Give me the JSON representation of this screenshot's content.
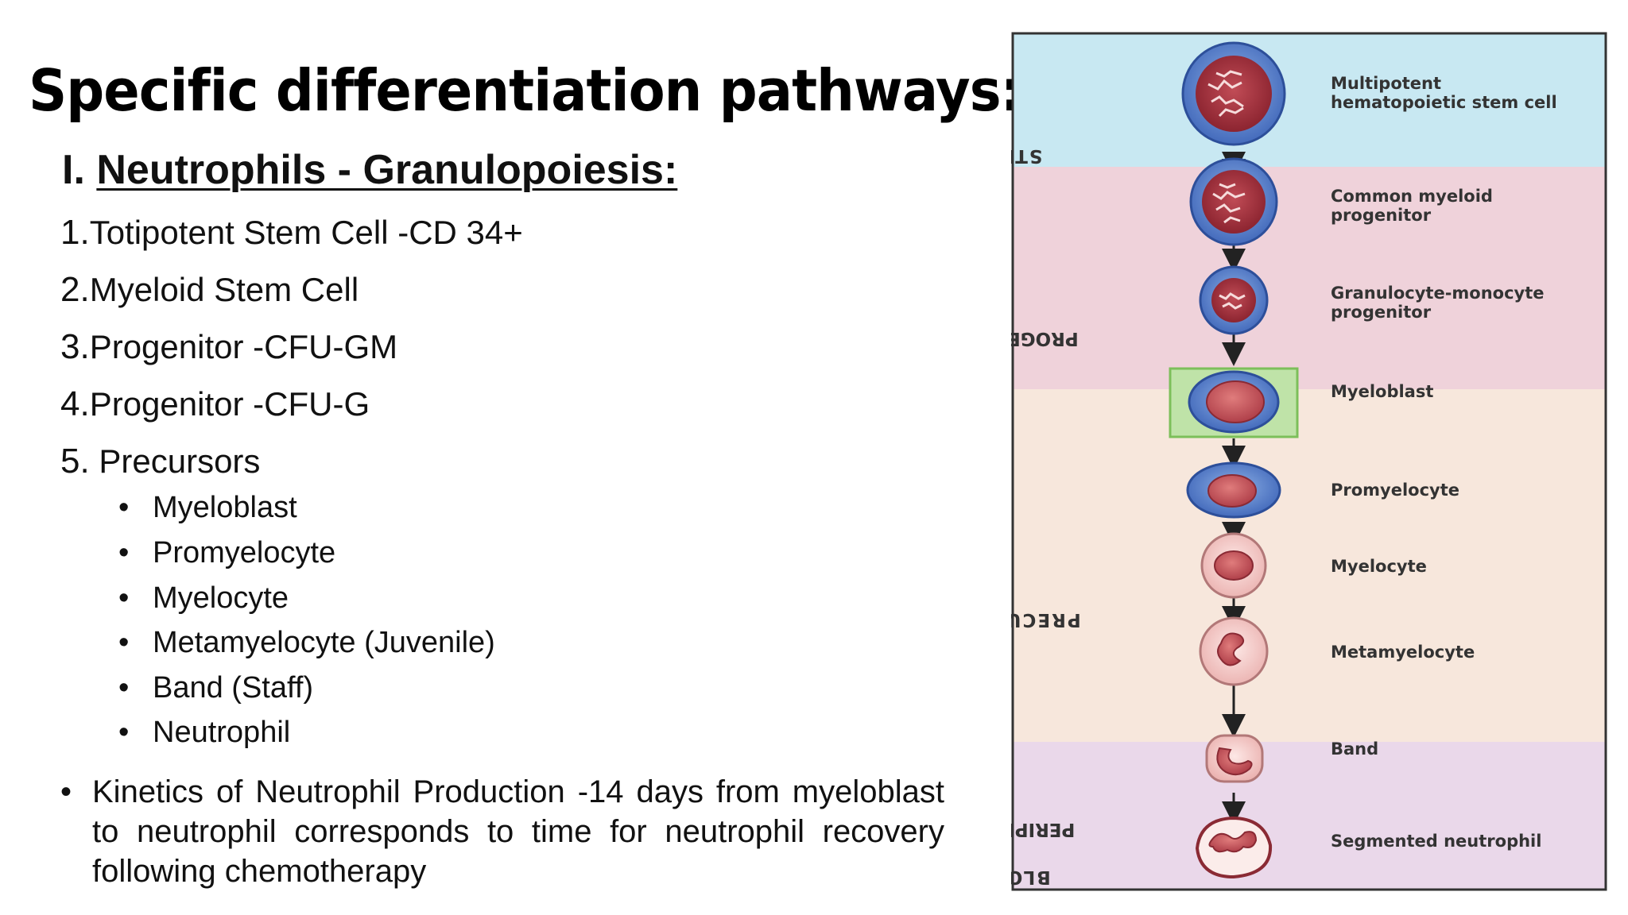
{
  "slide": {
    "title": "Specific differentiation pathways:",
    "subtitle_prefix": "I. ",
    "subtitle": "Neutrophils - Granulopoiesis:",
    "steps": [
      {
        "num": "1.",
        "text": "Totipotent Stem Cell -CD 34+"
      },
      {
        "num": "2.",
        "text": "Myeloid Stem Cell"
      },
      {
        "num": "3.",
        "text": "Progenitor -CFU-GM"
      },
      {
        "num": "4.",
        "text": "Progenitor -CFU-G"
      },
      {
        "num": "5.",
        "text": " Precursors"
      }
    ],
    "precursors": [
      "Myeloblast",
      "Promyelocyte",
      "Myelocyte",
      "Metamyelocyte (Juvenile)",
      "Band (Staff)",
      "Neutrophil"
    ],
    "bullet": "•",
    "kinetics": "Kinetics of Neutrophil Production -14 days from myeloblast to neutrophil corresponds to time for neutrophil recovery following chemotherapy"
  },
  "diagram": {
    "sections": [
      {
        "label": "STEM",
        "color": "#c8e8f2"
      },
      {
        "label": "PROGENITOR",
        "color": "#efd2da"
      },
      {
        "label": "PRECURSOR",
        "color": "#f7e7dc"
      },
      {
        "label": "PERIPHERAL",
        "label2": "BLOOD",
        "color": "#ead8ea"
      }
    ],
    "cells": [
      {
        "label": "Multipotent",
        "label2": "hematopoietic stem cell"
      },
      {
        "label": "Common myeloid",
        "label2": "progenitor"
      },
      {
        "label": "Granulocyte-monocyte",
        "label2": "progenitor"
      },
      {
        "label": "Myeloblast"
      },
      {
        "label": "Promyelocyte"
      },
      {
        "label": "Myelocyte"
      },
      {
        "label": "Metamyelocyte"
      },
      {
        "label": "Band"
      },
      {
        "label": "Segmented neutrophil"
      }
    ],
    "highlight_color": "#bfe3a8"
  }
}
